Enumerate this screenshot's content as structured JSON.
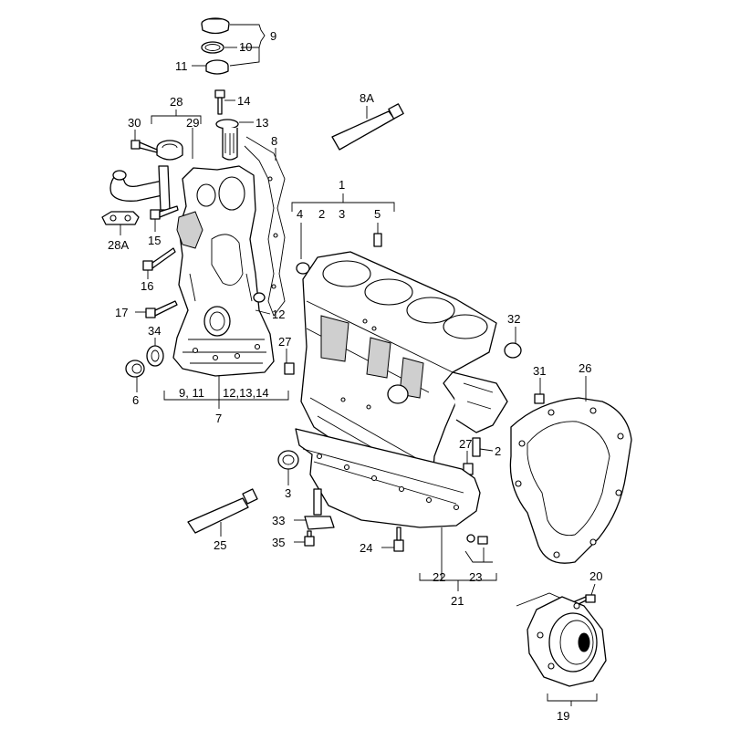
{
  "callouts": {
    "c9": "9",
    "c10": "10",
    "c11": "11",
    "c14": "14",
    "c13": "13",
    "c28": "28",
    "c30": "30",
    "c29": "29",
    "c8": "8",
    "c8a": "8A",
    "c1": "1",
    "c4": "4",
    "c2": "2",
    "c3": "3",
    "c5": "5",
    "c15": "15",
    "c28a": "28A",
    "c16": "16",
    "c17": "17",
    "c12": "12",
    "c34": "34",
    "c32": "32",
    "c27": "27",
    "c6": "6",
    "c911": "9, 11",
    "c121314": "12,13,14",
    "c7": "7",
    "c31": "31",
    "c26": "26",
    "c27b": "27",
    "c2b": "2",
    "c3b": "3",
    "c33": "33",
    "c35": "35",
    "c25": "25",
    "c24": "24",
    "c22": "22",
    "c23": "23",
    "c21": "21",
    "c20": "20",
    "c19": "19"
  }
}
